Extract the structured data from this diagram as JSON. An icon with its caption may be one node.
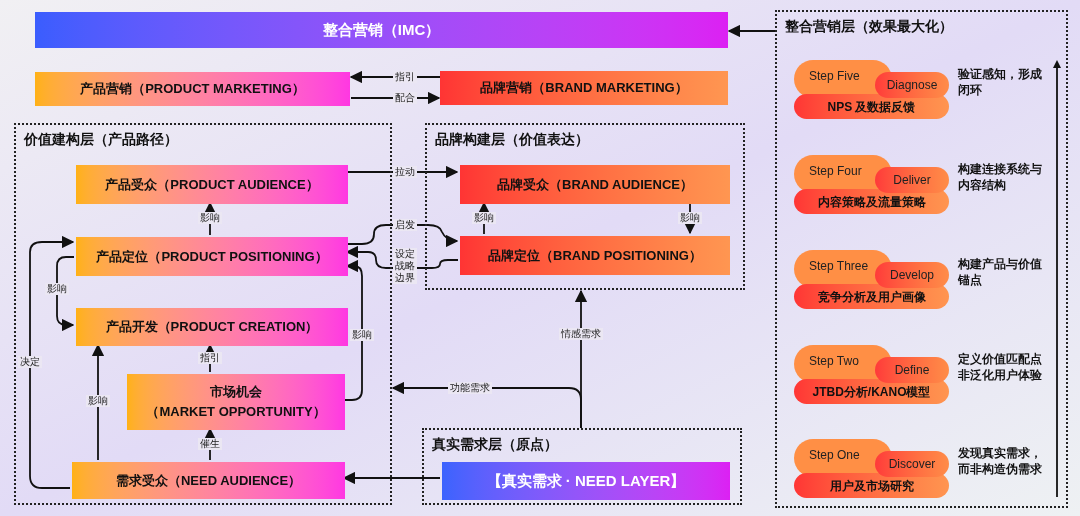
{
  "diagram": {
    "nodes": [
      {
        "text": [
          "整合营销（IMC）"
        ]
      },
      {
        "text": [
          "产品营销（PRODUCT MARKETING）"
        ]
      },
      {
        "text": [
          "品牌营销（BRAND MARKETING）"
        ]
      },
      {
        "text": [
          "价值建构层（产品路径）"
        ]
      },
      {
        "text": [
          "产品受众（PRODUCT AUDIENCE）"
        ],
        "in": 3
      },
      {
        "text": [
          "产品定位（PRODUCT POSITIONING）"
        ],
        "in": 3
      },
      {
        "text": [
          "产品开发（PRODUCT CREATION）"
        ],
        "in": 3
      },
      {
        "text": [
          "市场机会",
          "（MARKET OPPORTUNITY）"
        ],
        "in": 3
      },
      {
        "text": [
          "需求受众（NEED AUDIENCE）"
        ],
        "in": 3
      },
      {
        "text": [
          "品牌构建层（价值表达）"
        ]
      },
      {
        "text": [
          "品牌受众（BRAND AUDIENCE）"
        ],
        "in": 9
      },
      {
        "text": [
          "品牌定位（BRAND POSITIONING）"
        ],
        "in": 9
      },
      {
        "text": [
          "真实需求层（原点）"
        ]
      },
      {
        "text": [
          "【真实需求 · NEED LAYER】"
        ],
        "in": 12
      },
      {
        "text": [
          "整合营销层（效果最大化）"
        ]
      },
      {
        "text": [
          "Step Five",
          "Diagnose",
          "NPS 及数据反馈"
        ],
        "beside": [
          "验证感知，形成闭环"
        ],
        "in": 14
      },
      {
        "text": [
          "Step Four",
          "Deliver",
          "内容策略及流量策略"
        ],
        "beside": [
          "构建连接系统与内容结构"
        ],
        "in": 14
      },
      {
        "text": [
          "Step Three",
          "Develop",
          "竞争分析及用户画像"
        ],
        "beside": [
          "构建产品与价值锚点"
        ],
        "in": 14
      },
      {
        "text": [
          "Step Two",
          "Define",
          "JTBD分析/KANO模型"
        ],
        "beside": [
          "定义价值匹配点非泛化用户体验"
        ],
        "in": 14
      },
      {
        "text": [
          "Step One",
          "Discover",
          "用户及市场研究"
        ],
        "beside": [
          "发现真实需求，而非构造伪需求"
        ],
        "in": 14
      }
    ],
    "edges": [
      {
        "from": 14,
        "to": 0,
        "arrow": "to"
      },
      {
        "from": 2,
        "to": 1,
        "arrow": "to",
        "label": "指引"
      },
      {
        "from": 1,
        "to": 2,
        "arrow": "to",
        "label": "配合"
      },
      {
        "from": 4,
        "to": 10,
        "arrow": "to",
        "label": "拉动"
      },
      {
        "from": 5,
        "to": 4,
        "arrow": "to",
        "label": "影响"
      },
      {
        "from": 5,
        "to": 11,
        "arrow": "to",
        "label": "启发"
      },
      {
        "from": 11,
        "to": 5,
        "arrow": "to",
        "label": "设定战略边界"
      },
      {
        "from": 11,
        "to": 10,
        "arrow": "to",
        "label": "影响"
      },
      {
        "from": 10,
        "to": 11,
        "arrow": "to",
        "label": "影响"
      },
      {
        "from": 8,
        "to": 5,
        "arrow": "to",
        "label": "决定"
      },
      {
        "from": 5,
        "to": 6,
        "arrow": "to",
        "label": "影响"
      },
      {
        "from": 7,
        "to": 6,
        "arrow": "to",
        "label": "指引"
      },
      {
        "from": 8,
        "to": 7,
        "arrow": "to",
        "label": "催生"
      },
      {
        "from": 8,
        "to": 6,
        "arrow": "to",
        "label": "影响"
      },
      {
        "from": 7,
        "to": 5,
        "arrow": "to",
        "label": "影响"
      },
      {
        "from": 12,
        "to": 9,
        "arrow": "to",
        "label": "情感需求"
      },
      {
        "from": 12,
        "to": 3,
        "arrow": "to",
        "label": "功能需求"
      },
      {
        "from": 13,
        "to": 8,
        "arrow": "to"
      }
    ]
  }
}
